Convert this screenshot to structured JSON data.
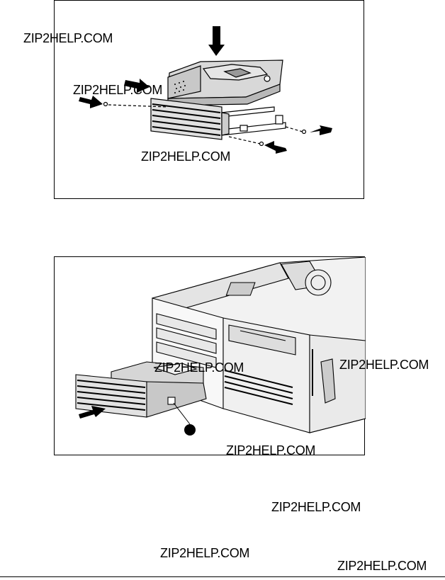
{
  "document": {
    "watermark_text": "ZIP2HELP.COM",
    "watermarks": [
      {
        "text": "ZIP2HELP.COM"
      },
      {
        "text": "ZIP2HELP.COM"
      },
      {
        "text": "ZIP2HELP.COM"
      },
      {
        "text": "ZIP2HELP.COM"
      },
      {
        "text": "ZIP2HELP.COM"
      },
      {
        "text": "ZIP2HELP.COM"
      },
      {
        "text": "ZIP2HELP.COM"
      },
      {
        "text": "ZIP2HELP.COM"
      },
      {
        "text": "ZIP2HELP.COM"
      }
    ],
    "figures": [
      {
        "name": "drive-mounting-figure",
        "description_icon": "drive-rail-assembly-illustration"
      },
      {
        "name": "drive-insertion-figure",
        "description_icon": "chassis-drive-bay-illustration"
      }
    ]
  }
}
